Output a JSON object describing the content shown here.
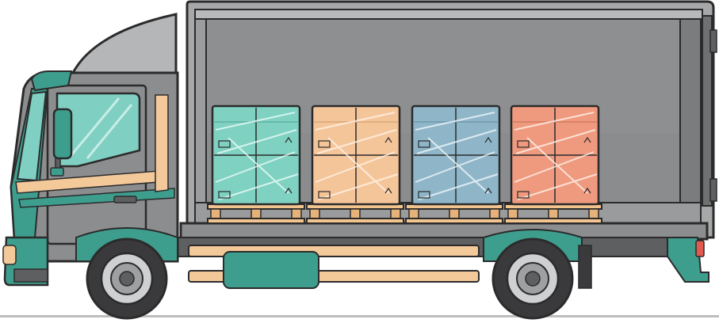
{
  "scene": {
    "palette": {
      "outline": "#2b2b2b",
      "body_gray": "#8c8d8f",
      "body_gray_light": "#a7a8aa",
      "cargo_interior": "#8e8f91",
      "cargo_floor": "#9a9b9d",
      "teal": "#3e9e8e",
      "teal_dark": "#2f7f72",
      "window_glass": "#7fcfc2",
      "stripe_tan": "#f3c99a",
      "wood_pallet": "#f2c48f",
      "crate_teal": "#7fd1c1",
      "crate_tan": "#f5c59a",
      "crate_blue": "#8fb6c8",
      "crate_coral": "#ef9a7e",
      "tire": "#3a3a3c",
      "hub": "#cfd0d2",
      "ground": "#bdbdbd"
    },
    "icons": [
      "truck-cab-icon",
      "cargo-box-icon",
      "wrapped-crate-icon",
      "wooden-pallet-icon",
      "wheel-icon",
      "side-mirror-icon"
    ],
    "crate_count": 4,
    "pallet_count": 4,
    "wheel_count": 2
  }
}
